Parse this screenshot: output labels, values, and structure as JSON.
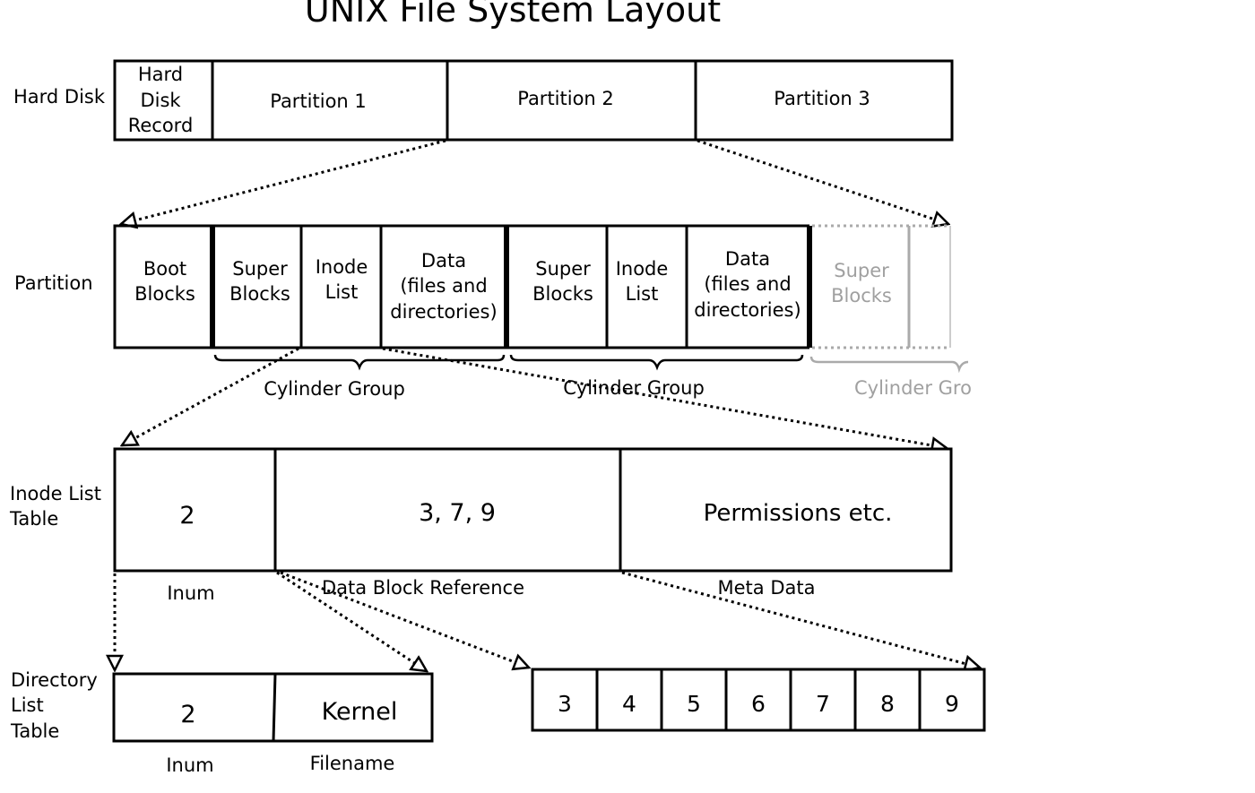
{
  "title": "UNIX File System Layout",
  "rows": {
    "hard_disk": "Hard Disk",
    "partition": "Partition",
    "inode_list_table": [
      "Inode List",
      "Table"
    ],
    "directory_list_table": [
      "Directory",
      "List",
      "Table"
    ]
  },
  "hard_disk": {
    "record": [
      "Hard",
      "Disk",
      "Record"
    ],
    "partition1": "Partition 1",
    "partition2": "Partition 2",
    "partition3": "Partition 3"
  },
  "partition": {
    "boot_blocks": [
      "Boot",
      "Blocks"
    ],
    "group1": {
      "super_blocks": [
        "Super",
        "Blocks"
      ],
      "inode_list": [
        "Inode",
        "List"
      ],
      "data": [
        "Data",
        "(files and",
        "directories)"
      ]
    },
    "group2": {
      "super_blocks": [
        "Super",
        "Blocks"
      ],
      "inode_list": [
        "Inode",
        "List"
      ],
      "data": [
        "Data",
        "(files and",
        "directories)"
      ]
    },
    "group3": {
      "super_blocks": [
        "Super",
        "Blocks"
      ]
    },
    "cylinder_group_1": "Cylinder Group",
    "cylinder_group_2": "Cylinder Group",
    "cylinder_group_3": "Cylinder Gro"
  },
  "inode_table": {
    "inum_value": "2",
    "data_block_ref_value": "3, 7, 9",
    "meta_value": "Permissions etc.",
    "inum_label": "Inum",
    "data_block_ref_label": "Data Block Reference",
    "meta_label": "Meta Data"
  },
  "directory_table": {
    "inum_value": "2",
    "filename_value": "Kernel",
    "inum_label": "Inum",
    "filename_label": "Filename"
  },
  "data_blocks": [
    "3",
    "4",
    "5",
    "6",
    "7",
    "8",
    "9"
  ],
  "colors": {
    "line": "#000000",
    "faded": "#a0a0a0",
    "background": "#ffffff"
  }
}
